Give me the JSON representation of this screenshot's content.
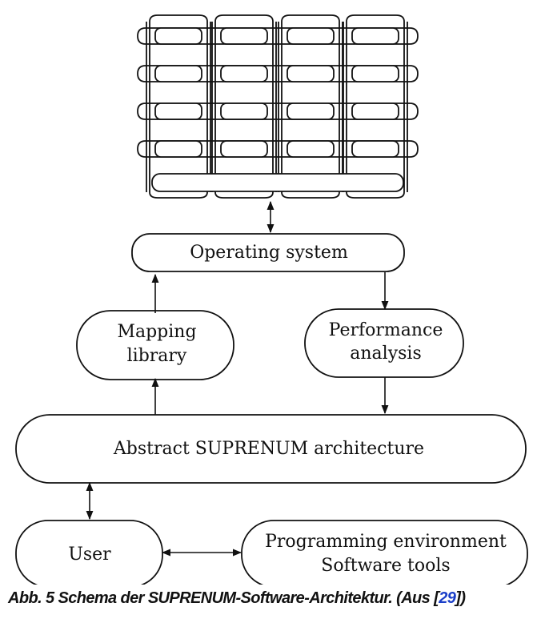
{
  "diagram": {
    "nodes": {
      "operating_system": "Operating system",
      "mapping_library": [
        "Mapping",
        "library"
      ],
      "performance_analysis": [
        "Performance",
        "analysis"
      ],
      "abstract_architecture": "Abstract SUPRENUM architecture",
      "user": "User",
      "programming_environment": [
        "Programming environment",
        "Software tools"
      ]
    },
    "processor_array": {
      "rows": 4,
      "columns": 4
    }
  },
  "caption": {
    "text": "Abb. 5 Schema der SUPRENUM-Software-Architektur. (Aus [",
    "ref": "29",
    "close": "])"
  }
}
